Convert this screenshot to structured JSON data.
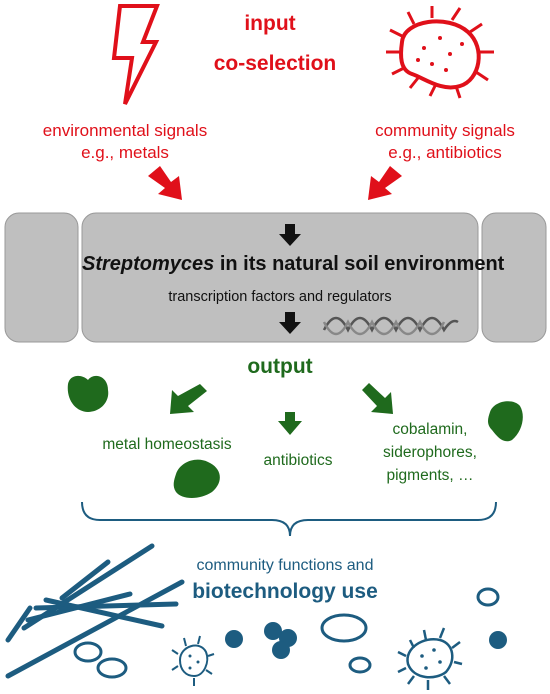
{
  "input": {
    "title": "input",
    "subtitle": "co-selection",
    "environmental": [
      "environmental signals",
      "e.g., metals"
    ],
    "community": [
      "community signals",
      "e.g., antibiotics"
    ]
  },
  "organism": {
    "name": "Streptomyces",
    "title_rest": " in its natural soil environment",
    "subtitle": "transcription factors and regulators"
  },
  "output": {
    "title": "output",
    "items": {
      "metal": "metal homeostasis",
      "antibiotics": "antibiotics",
      "products": [
        "cobalamin,",
        "siderophores,",
        "pigments, …"
      ]
    }
  },
  "community": {
    "label": "community functions and",
    "emphasis": "biotechnology use"
  },
  "colors": {
    "input": "#e0101a",
    "output": "#1f6a1d",
    "community": "#1d5c80",
    "box": "#bfbfbf"
  }
}
